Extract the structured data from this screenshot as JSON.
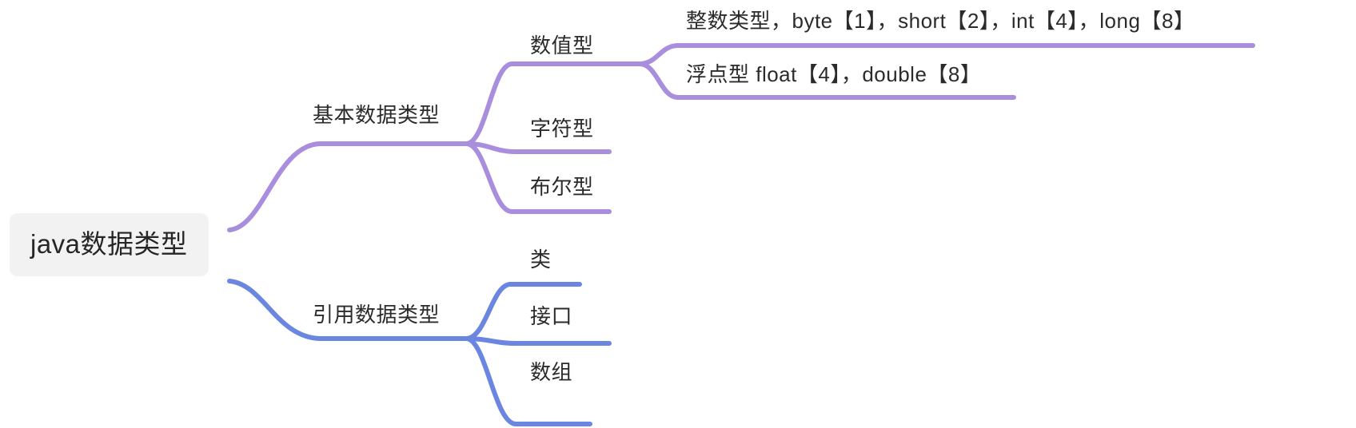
{
  "diagram": {
    "type": "mindmap",
    "title": "java数据类型",
    "colors": {
      "primitive_branch": "#a98ede",
      "reference_branch": "#6b86e0",
      "root_background": "#f2f2f2",
      "text": "#2b2b2b",
      "canvas": "#ffffff"
    },
    "root": {
      "label": "java数据类型"
    },
    "branches": [
      {
        "label": "基本数据类型",
        "color": "#a98ede",
        "children": [
          {
            "label": "数值型",
            "children": [
              {
                "label": "整数类型，byte【1】，short【2】，int【4】，long【8】"
              },
              {
                "label": "浮点型 float【4】，double【8】"
              }
            ]
          },
          {
            "label": "字符型",
            "children": []
          },
          {
            "label": "布尔型",
            "children": []
          }
        ]
      },
      {
        "label": "引用数据类型",
        "color": "#6b86e0",
        "children": [
          {
            "label": "类",
            "children": []
          },
          {
            "label": "接口",
            "children": []
          },
          {
            "label": "数组",
            "children": []
          }
        ]
      }
    ]
  }
}
